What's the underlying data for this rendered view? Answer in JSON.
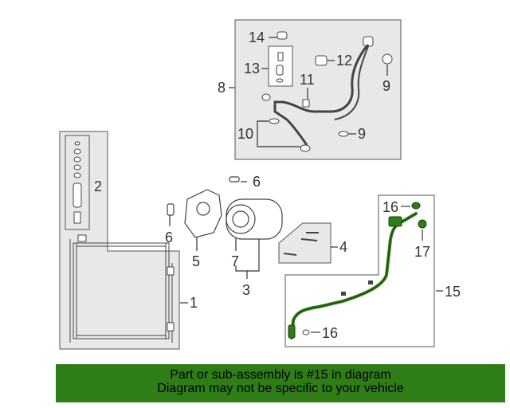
{
  "diagram": {
    "callouts": {
      "c1": "1",
      "c2": "2",
      "c3": "3",
      "c4": "4",
      "c5": "5",
      "c6a": "6",
      "c6b": "6",
      "c7": "7",
      "c8": "8",
      "c9a": "9",
      "c9b": "9",
      "c10": "10",
      "c11": "11",
      "c12": "12",
      "c13": "13",
      "c14": "14",
      "c15": "15",
      "c16a": "16",
      "c16b": "16",
      "c17": "17"
    },
    "highlight_color": "#2f7d17",
    "line_color": "#333333",
    "panel_color": "#e8e8e8"
  },
  "banner": {
    "line1": "Part or sub-assembly is #15 in diagram",
    "line2": "Diagram may not be specific to your vehicle"
  }
}
